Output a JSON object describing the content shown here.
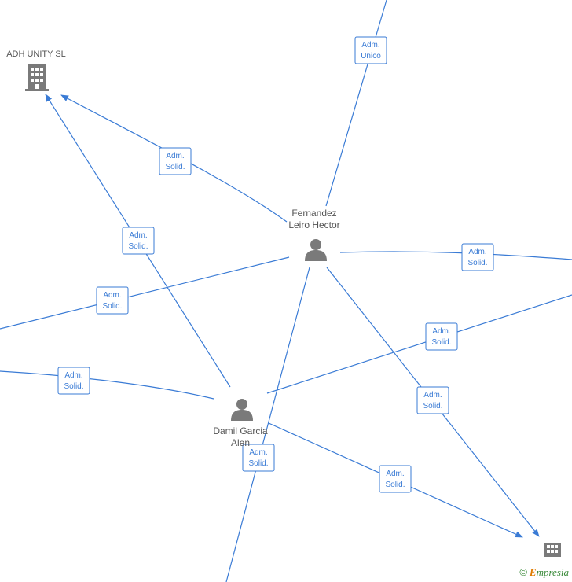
{
  "nodes": {
    "adh": {
      "label": "ADH UNITY  SL",
      "icon": "building-icon"
    },
    "fernandez": {
      "label_line1": "Fernandez",
      "label_line2": "Leiro Hector",
      "icon": "person-icon"
    },
    "damil": {
      "label_line1": "Damil Garcia",
      "label_line2": "Alen",
      "icon": "person-icon"
    },
    "company_br": {
      "label": "",
      "icon": "building-icon"
    }
  },
  "relations": {
    "adm_unico": {
      "line1": "Adm.",
      "line2": "Unico"
    },
    "adm_solid": {
      "line1": "Adm.",
      "line2": "Solid."
    }
  },
  "footer": {
    "copyright": "©",
    "brand_first": "E",
    "brand_rest": "mpresia"
  },
  "colors": {
    "edge": "#3a7bd5",
    "icon": "#7a7a7a",
    "brand": "#3a8a3a",
    "brand_accent": "#e07b00"
  }
}
